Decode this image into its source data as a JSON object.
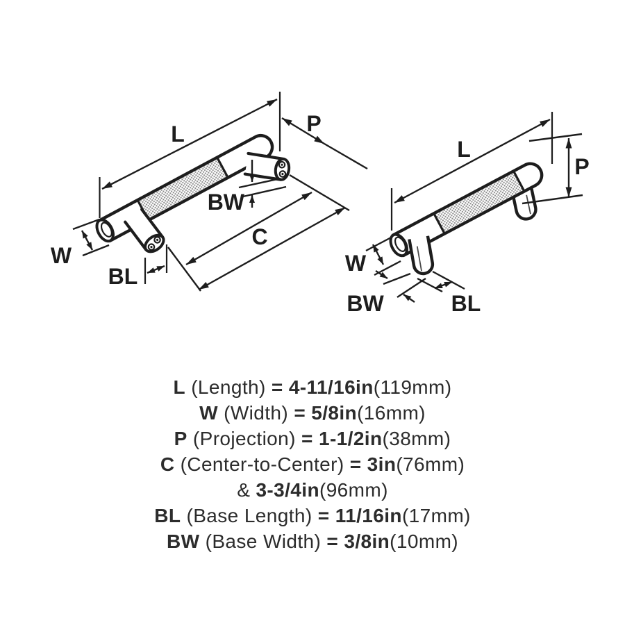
{
  "diagram_left": {
    "labels": {
      "l": "L",
      "p": "P",
      "bw": "BW",
      "c": "C",
      "w": "W",
      "bl": "BL"
    }
  },
  "diagram_right": {
    "labels": {
      "l": "L",
      "p": "P",
      "w": "W",
      "bw": "BW",
      "bl": "BL"
    }
  },
  "specs": {
    "lines": [
      {
        "label": "L",
        "desc": " (Length) ",
        "eq": "= ",
        "inch": "4-11/16in",
        "mm": "(119mm)"
      },
      {
        "label": "W",
        "desc": " (Width) ",
        "eq": "= ",
        "inch": "5/8in",
        "mm": "(16mm)"
      },
      {
        "label": "P",
        "desc": " (Projection) ",
        "eq": "= ",
        "inch": "1-1/2in",
        "mm": "(38mm)"
      },
      {
        "label": "C",
        "desc": " (Center-to-Center) ",
        "eq": "= ",
        "inch": "3in",
        "mm": "(76mm)"
      },
      {
        "label": "",
        "desc": "& ",
        "eq": "",
        "inch": "3-3/4in",
        "mm": "(96mm)"
      },
      {
        "label": "BL",
        "desc": " (Base Length) ",
        "eq": "= ",
        "inch": "11/16in",
        "mm": "(17mm)"
      },
      {
        "label": "BW",
        "desc": " (Base Width) ",
        "eq": "= ",
        "inch": "3/8in",
        "mm": "(10mm)"
      }
    ]
  },
  "colors": {
    "ink": "#1d1d1d",
    "knurl_dot": "#8a8a8a",
    "background": "#ffffff"
  }
}
